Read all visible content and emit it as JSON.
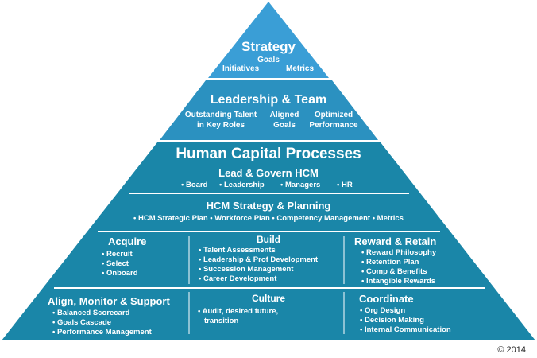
{
  "strategy": {
    "title": "Strategy",
    "goals": "Goals",
    "initiatives": "Initiatives",
    "metrics": "Metrics"
  },
  "leadership": {
    "title": "Leadership & Team",
    "talent": [
      "Outstanding Talent",
      "in Key Roles"
    ],
    "aligned": [
      "Aligned",
      "Goals"
    ],
    "optimized": [
      "Optimized",
      "Performance"
    ]
  },
  "hcm": {
    "title": "Human Capital Processes",
    "govern": {
      "title": "Lead & Govern HCM",
      "items": [
        "• Board",
        "• Leadership",
        "• Managers",
        "• HR"
      ]
    },
    "planning": {
      "title": "HCM Strategy & Planning",
      "items": "• HCM Strategic Plan • Workforce Plan • Competency Management • Metrics"
    },
    "acquire": {
      "title": "Acquire",
      "items": [
        "• Recruit",
        "• Select",
        "• Onboard"
      ]
    },
    "build": {
      "title": "Build",
      "items": [
        "• Talent Assessments",
        "• Leadership & Prof Development",
        "• Succession Management",
        "• Career Development"
      ]
    },
    "reward": {
      "title": "Reward & Retain",
      "items": [
        "• Reward Philosophy",
        "• Retention Plan",
        "• Comp & Benefits",
        "• Intangible Rewards"
      ]
    },
    "align": {
      "title": "Align, Monitor & Support",
      "items": [
        "• Balanced Scorecard",
        "• Goals Cascade",
        "• Performance Management"
      ]
    },
    "culture": {
      "title": "Culture",
      "items": [
        "• Audit, desired future,",
        "transition"
      ]
    },
    "coordinate": {
      "title": "Coordinate",
      "items": [
        "• Org Design",
        "• Decision Making",
        "• Internal Communication"
      ]
    }
  },
  "copyright": "© 2014",
  "colors": {
    "top": "#3a9ed6",
    "middle": "#2b91c0",
    "base": "#1a86a8",
    "divider": "#ffffff"
  }
}
